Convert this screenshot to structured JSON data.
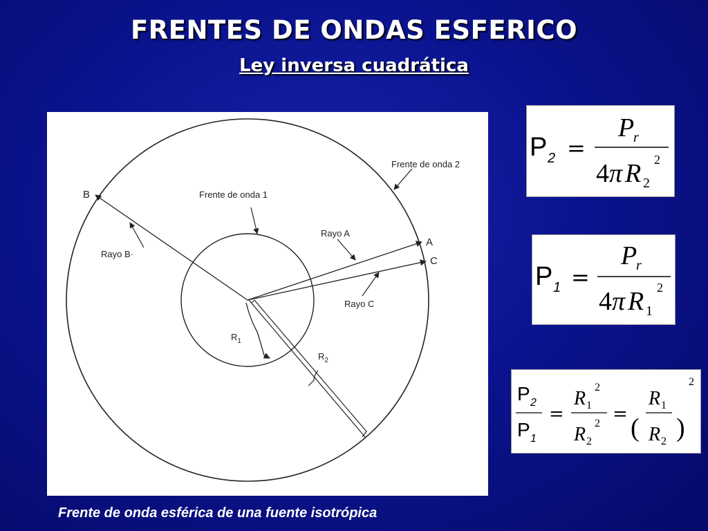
{
  "slide": {
    "title": "FRENTES DE ONDAS ESFERICO",
    "subtitle": "Ley inversa cuadrática",
    "caption": "Frente de onda esférica de una fuente isotrópica"
  },
  "figure": {
    "labels": {
      "wavefront2": "Frente de onda 2",
      "wavefront1": "Frente de onda 1",
      "ray_a": "Rayo A",
      "ray_b": "Rayo B·",
      "ray_c": "Rayo C",
      "point_a": "A",
      "point_b": "B",
      "point_c": "C",
      "r1": "R",
      "r1_sub": "1",
      "r2": "R",
      "r2_sub": "2"
    }
  },
  "formulas": {
    "p2": {
      "lhs": "P",
      "lhs_sub": "2",
      "equals": "=",
      "num": "P",
      "num_sub": "r",
      "den_coef": "4",
      "den_pi": "π",
      "den_r": "R",
      "den_exp": "2",
      "den_sub": "2"
    },
    "p1": {
      "lhs": "P",
      "lhs_sub": "1",
      "equals": "=",
      "num": "P",
      "num_sub": "r",
      "den_coef": "4",
      "den_pi": "π",
      "den_r": "R",
      "den_exp": "2",
      "den_sub": "1"
    },
    "ratio": {
      "top_p": "P",
      "top_p_sub": "2",
      "bot_p": "P",
      "bot_p_sub": "1",
      "equals": "=",
      "mid_num": "R",
      "mid_num_sub": "1",
      "mid_num_exp": "2",
      "mid_den": "R",
      "mid_den_sub": "2",
      "mid_den_exp": "2",
      "paren_left": "(",
      "paren_right": ")",
      "right_num": "R",
      "right_num_sub": "1",
      "right_den": "R",
      "right_den_sub": "2",
      "outer_exp": "2"
    }
  }
}
